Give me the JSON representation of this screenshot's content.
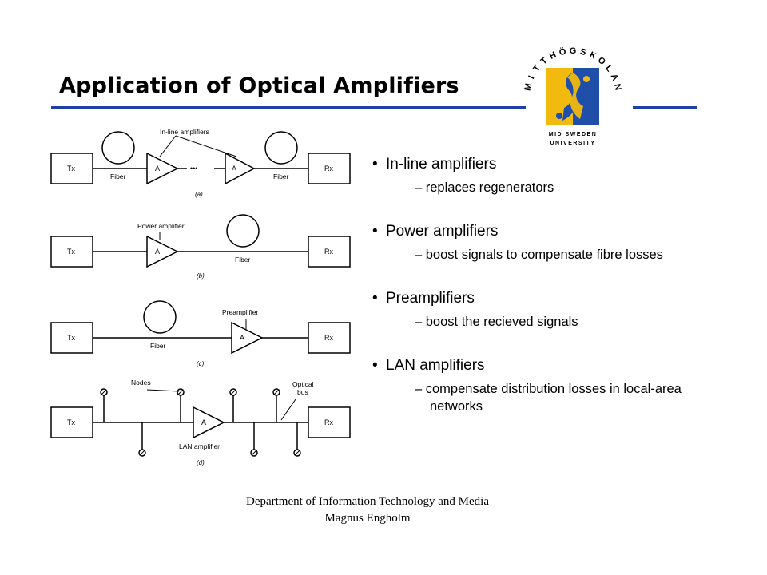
{
  "title": "Application of Optical Amplifiers",
  "logo": {
    "arc_letters": [
      "M",
      "I",
      "T",
      "T",
      "H",
      "Ö",
      "G",
      "S",
      "K",
      "O",
      "L",
      "A",
      "N"
    ],
    "line1": "MID SWEDEN",
    "line2": "UNIVERSITY",
    "colors": {
      "yellow": "#f2b90f",
      "blue": "#1f4fa8"
    }
  },
  "colors": {
    "rule": "#2040a8"
  },
  "bullets": [
    {
      "heading": "In-line amplifiers",
      "sub": "– replaces regenerators"
    },
    {
      "heading": "Power amplifiers",
      "sub": "– boost signals to compensate fibre losses"
    },
    {
      "heading": "Preamplifiers",
      "sub": "– boost the recieved signals"
    },
    {
      "heading": "LAN amplifiers",
      "sub": "– compensate distribution losses in local-area networks"
    }
  ],
  "diagrams": {
    "a": {
      "tx": "Tx",
      "rx": "Rx",
      "amp": "A",
      "fiber": "Fiber",
      "label": "In-line amplifiers",
      "caption": "(a)",
      "ellipsis": "•••"
    },
    "b": {
      "tx": "Tx",
      "rx": "Rx",
      "amp": "A",
      "fiber": "Fiber",
      "label": "Power amplifier",
      "caption": "(b)"
    },
    "c": {
      "tx": "Tx",
      "rx": "Rx",
      "amp": "A",
      "fiber": "Fiber",
      "label": "Preamplifier",
      "caption": "(c)"
    },
    "d": {
      "tx": "Tx",
      "rx": "Rx",
      "amp": "A",
      "nodes": "Nodes",
      "bus_line1": "Optical",
      "bus_line2": "bus",
      "label": "LAN amplifier",
      "caption": "(d)"
    }
  },
  "footer": {
    "line1": "Department of Information Technology and Media",
    "line2": "Magnus Engholm"
  }
}
